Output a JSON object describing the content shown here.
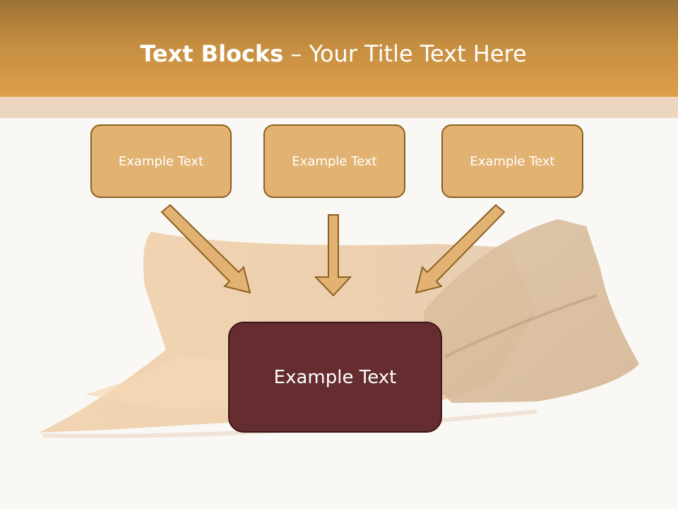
{
  "slide": {
    "title_bold": "Text Blocks",
    "title_rest": " – Your Title Text Here"
  },
  "boxes": [
    {
      "label": "Example Text"
    },
    {
      "label": "Example Text"
    },
    {
      "label": "Example Text"
    }
  ],
  "center_box": {
    "label": "Example Text"
  },
  "colors": {
    "header": "#d69a47",
    "box_fill": "#e2b272",
    "box_border": "#8a6022",
    "center_fill": "#652d30",
    "arrow_fill": "#e2b272"
  }
}
